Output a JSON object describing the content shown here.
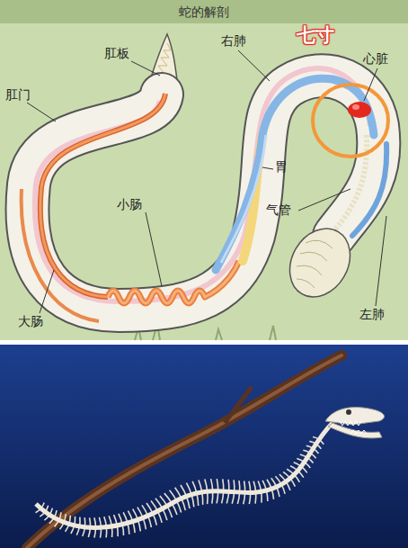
{
  "diagram": {
    "title": "蛇的解剖",
    "labels": [
      "肛板",
      "肛门",
      "右肺",
      "七寸",
      "心脏",
      "胃",
      "气管",
      "小肠",
      "大肠",
      "左肺"
    ]
  }
}
